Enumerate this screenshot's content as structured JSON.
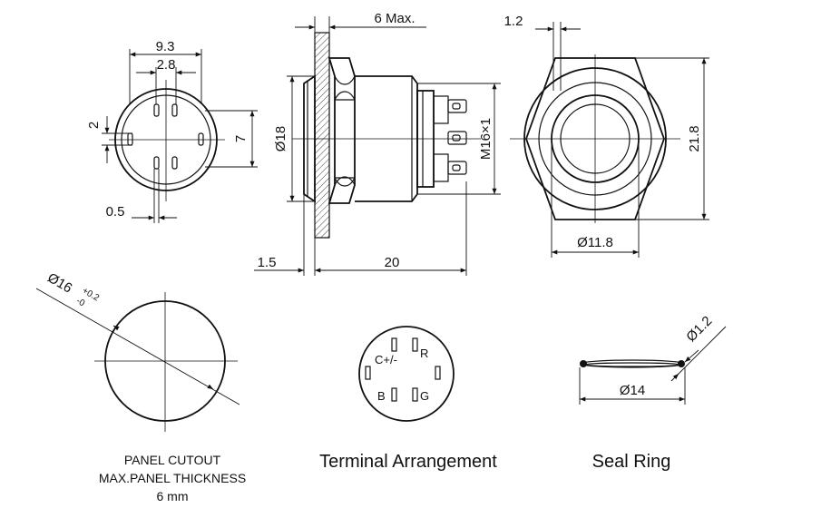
{
  "dimensions": {
    "d9_3": "9.3",
    "d2_8": "2.8",
    "d2": "2",
    "d7": "7",
    "d0_5": "0.5",
    "d6max": "6 Max.",
    "d18": "Ø18",
    "m16": "M16×1",
    "d1_5": "1.5",
    "d20": "20",
    "d1_2": "1.2",
    "d21_8": "21.8",
    "d11_8": "Ø11.8",
    "cutout_main": "Ø16",
    "cutout_upper": "+0.2",
    "cutout_lower": "-0",
    "seal_d14": "Ø14",
    "seal_d1_2": "Ø1.2"
  },
  "terminals": {
    "cpm": "C+/-",
    "r": "R",
    "b": "B",
    "g": "G"
  },
  "captions": {
    "panel_line1": "PANEL CUTOUT",
    "panel_line2": "MAX.PANEL THICKNESS",
    "panel_line3": "6 mm",
    "terminal": "Terminal Arrangement",
    "seal": "Seal Ring"
  }
}
